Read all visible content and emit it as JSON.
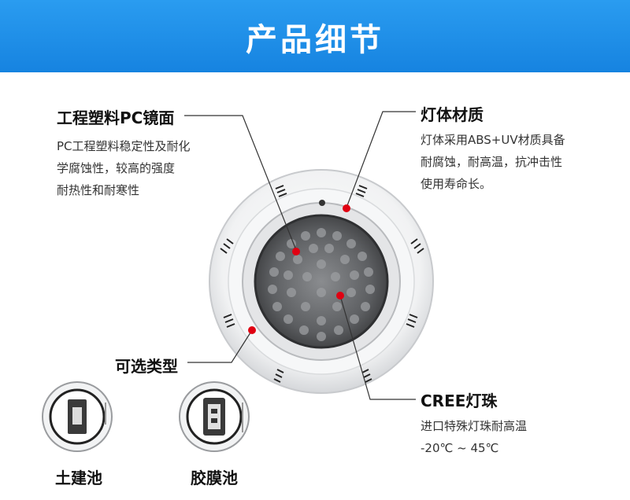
{
  "banner": {
    "title": "产品细节"
  },
  "features": {
    "lens": {
      "title": "工程塑料PC镜面",
      "lines": [
        "PC工程塑料稳定性及耐化",
        "学腐蚀性，较高的强度",
        "耐热性和耐寒性"
      ]
    },
    "body": {
      "title": "灯体材质",
      "lines": [
        "灯体采用ABS+UV材质具备",
        "耐腐蚀，耐高温，抗冲击性",
        "使用寿命长。"
      ]
    },
    "led": {
      "title": "CREE灯珠",
      "lines": [
        "进口特殊灯珠耐高温",
        "-20℃ ~ 45℃"
      ]
    },
    "types": {
      "title": "可选类型"
    }
  },
  "variants": [
    {
      "label": "土建池"
    },
    {
      "label": "胶膜池"
    }
  ],
  "colors": {
    "banner": "#1a8ae6",
    "marker": "#e00012"
  }
}
